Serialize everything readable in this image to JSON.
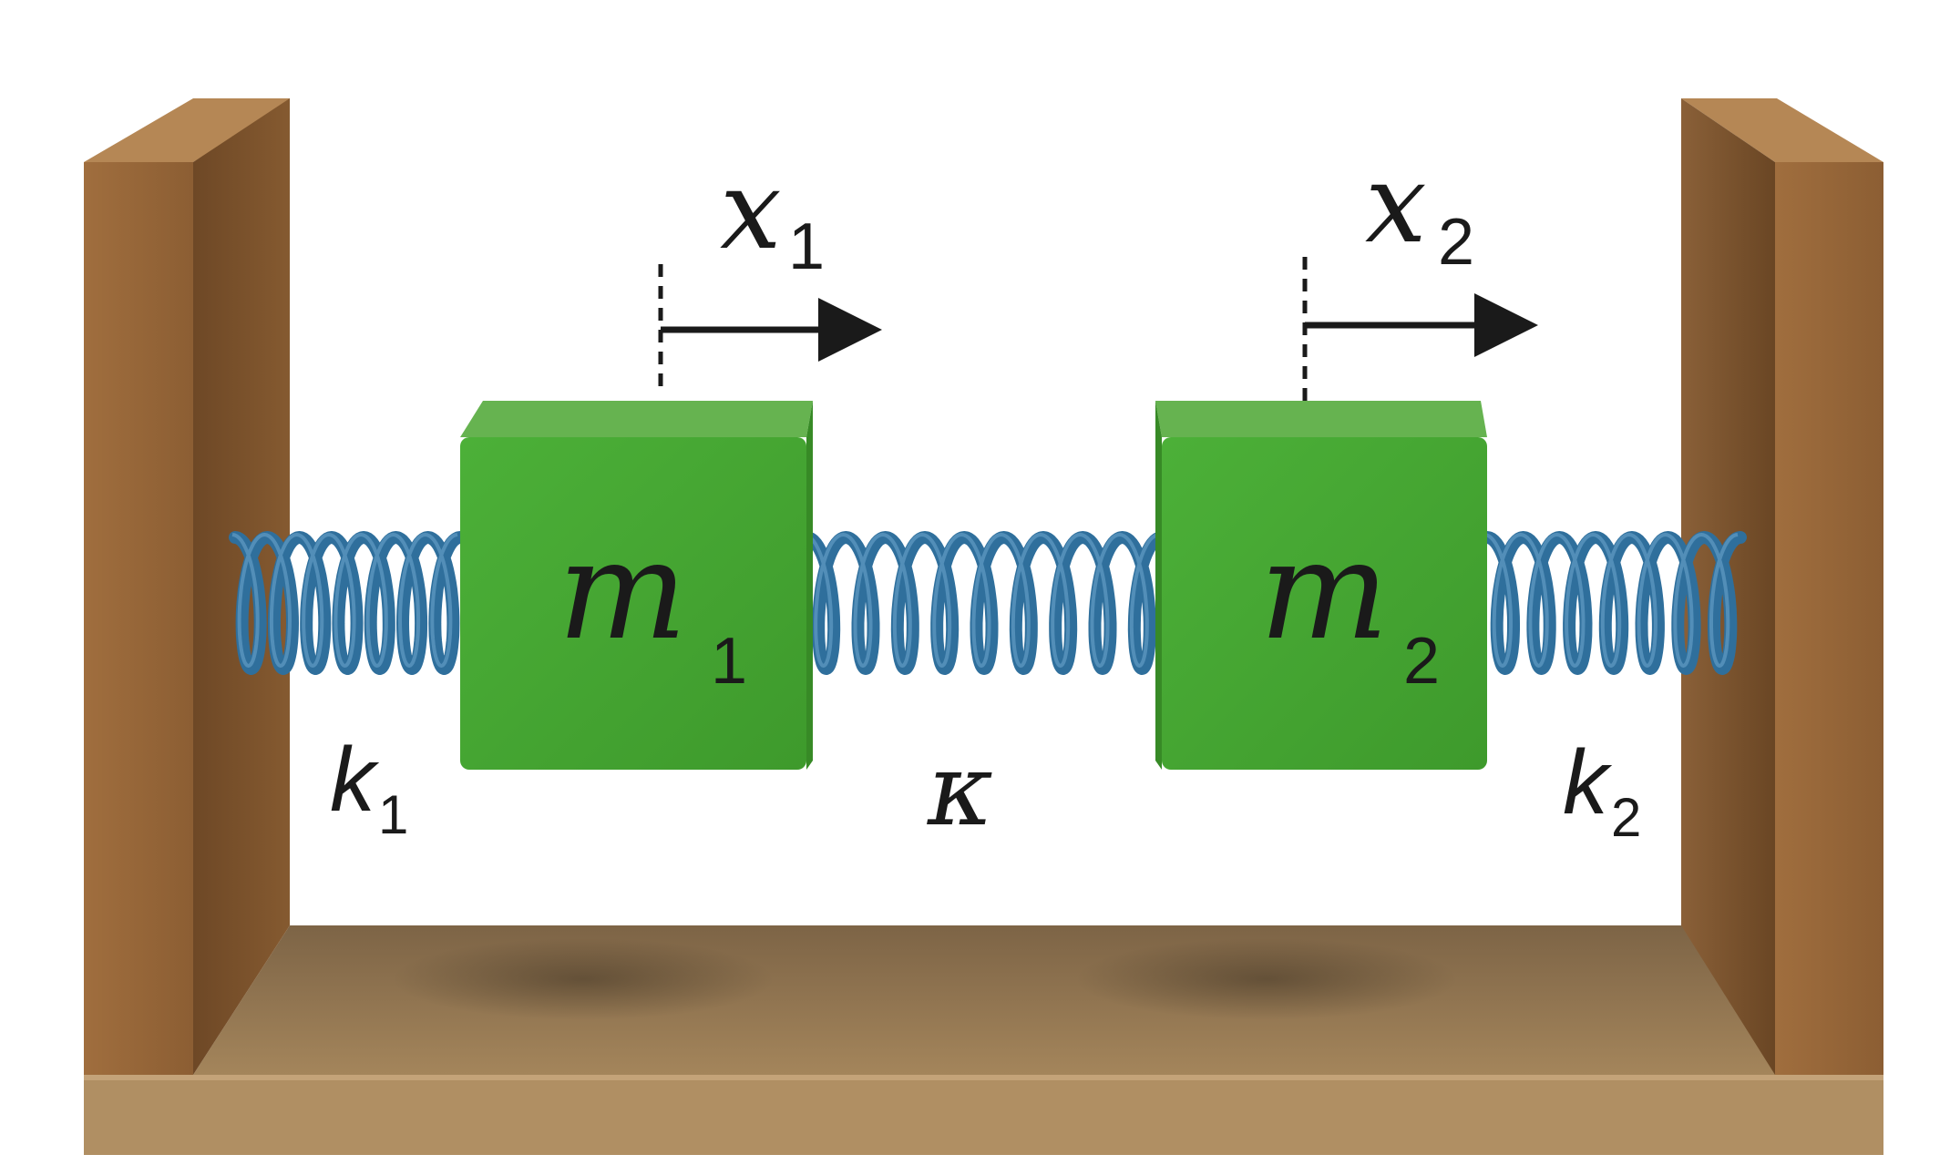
{
  "colors": {
    "wood_front": "#9a6a3c",
    "wood_side": "#7a5028",
    "wood_top": "#a77a4a",
    "floor_top": "#8c7452",
    "floor_front": "#b09066",
    "block_front": "#44a632",
    "block_top": "#64b24e",
    "block_side": "#3a8c28",
    "spring": "#2f6f9c",
    "spring_highlight": "#6fa8cf",
    "ink": "#1a1a1a"
  },
  "labels": {
    "mass1": {
      "symbol": "m",
      "subscript": "1"
    },
    "mass2": {
      "symbol": "m",
      "subscript": "2"
    },
    "disp1": {
      "symbol": "x",
      "subscript": "1"
    },
    "disp2": {
      "symbol": "x",
      "subscript": "2"
    },
    "spring_left": {
      "symbol": "k",
      "subscript": "1"
    },
    "spring_middle": {
      "symbol": "κ"
    },
    "spring_right": {
      "symbol": "k",
      "subscript": "2"
    }
  }
}
